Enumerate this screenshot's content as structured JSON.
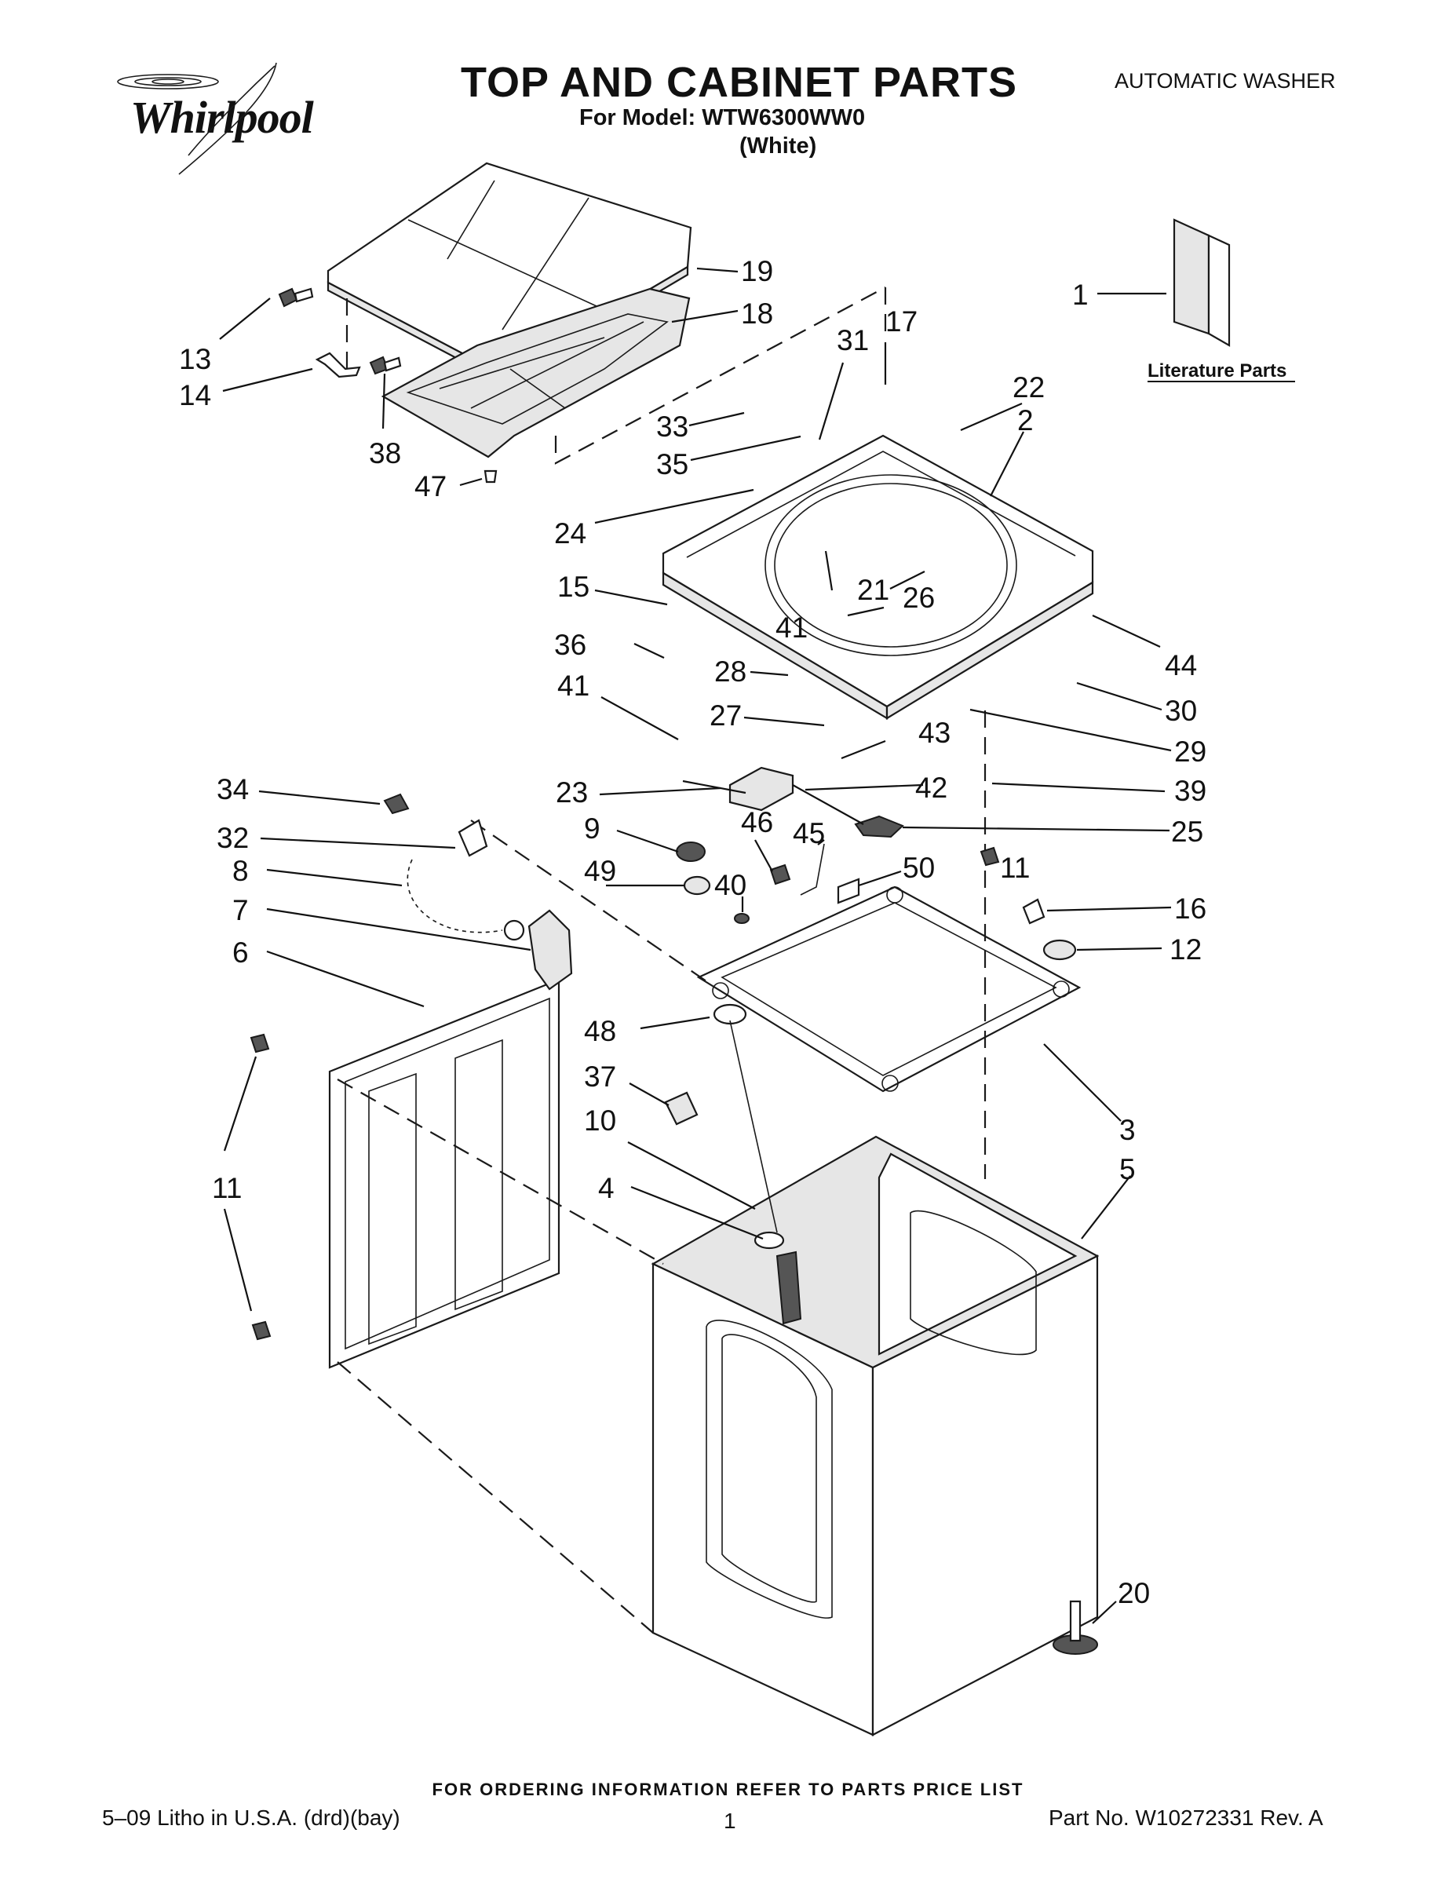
{
  "header": {
    "brand": "Whirlpool",
    "title": "TOP AND CABINET PARTS",
    "model_line": "For Model: WTW6300WW0",
    "color_line": "(White)",
    "product_type": "AUTOMATIC WASHER"
  },
  "literature_label": "Literature Parts",
  "callouts": [
    {
      "id": "c1",
      "label": "1"
    },
    {
      "id": "c2",
      "label": "2"
    },
    {
      "id": "c3",
      "label": "3"
    },
    {
      "id": "c4",
      "label": "4"
    },
    {
      "id": "c5",
      "label": "5"
    },
    {
      "id": "c6",
      "label": "6"
    },
    {
      "id": "c7",
      "label": "7"
    },
    {
      "id": "c8",
      "label": "8"
    },
    {
      "id": "c9",
      "label": "9"
    },
    {
      "id": "c10",
      "label": "10"
    },
    {
      "id": "c11a",
      "label": "11"
    },
    {
      "id": "c11b",
      "label": "11"
    },
    {
      "id": "c12",
      "label": "12"
    },
    {
      "id": "c13",
      "label": "13"
    },
    {
      "id": "c14",
      "label": "14"
    },
    {
      "id": "c15",
      "label": "15"
    },
    {
      "id": "c16",
      "label": "16"
    },
    {
      "id": "c17",
      "label": "17"
    },
    {
      "id": "c18",
      "label": "18"
    },
    {
      "id": "c19",
      "label": "19"
    },
    {
      "id": "c20",
      "label": "20"
    },
    {
      "id": "c21",
      "label": "21"
    },
    {
      "id": "c22",
      "label": "22"
    },
    {
      "id": "c23",
      "label": "23"
    },
    {
      "id": "c24",
      "label": "24"
    },
    {
      "id": "c25",
      "label": "25"
    },
    {
      "id": "c26",
      "label": "26"
    },
    {
      "id": "c27",
      "label": "27"
    },
    {
      "id": "c28",
      "label": "28"
    },
    {
      "id": "c29",
      "label": "29"
    },
    {
      "id": "c30",
      "label": "30"
    },
    {
      "id": "c31",
      "label": "31"
    },
    {
      "id": "c32",
      "label": "32"
    },
    {
      "id": "c33",
      "label": "33"
    },
    {
      "id": "c34",
      "label": "34"
    },
    {
      "id": "c35",
      "label": "35"
    },
    {
      "id": "c36",
      "label": "36"
    },
    {
      "id": "c37",
      "label": "37"
    },
    {
      "id": "c38",
      "label": "38"
    },
    {
      "id": "c39",
      "label": "39"
    },
    {
      "id": "c40",
      "label": "40"
    },
    {
      "id": "c41a",
      "label": "41"
    },
    {
      "id": "c41b",
      "label": "41"
    },
    {
      "id": "c42",
      "label": "42"
    },
    {
      "id": "c43",
      "label": "43"
    },
    {
      "id": "c44",
      "label": "44"
    },
    {
      "id": "c45",
      "label": "45"
    },
    {
      "id": "c46",
      "label": "46"
    },
    {
      "id": "c47",
      "label": "47"
    },
    {
      "id": "c48",
      "label": "48"
    },
    {
      "id": "c49",
      "label": "49"
    },
    {
      "id": "c50",
      "label": "50"
    }
  ],
  "footer": {
    "ordering_note": "FOR ORDERING INFORMATION REFER TO PARTS PRICE LIST",
    "litho": "5–09 Litho in U.S.A. (drd)(bay)",
    "page_number": "1",
    "part_number": "Part No. W10272331 Rev. A"
  }
}
